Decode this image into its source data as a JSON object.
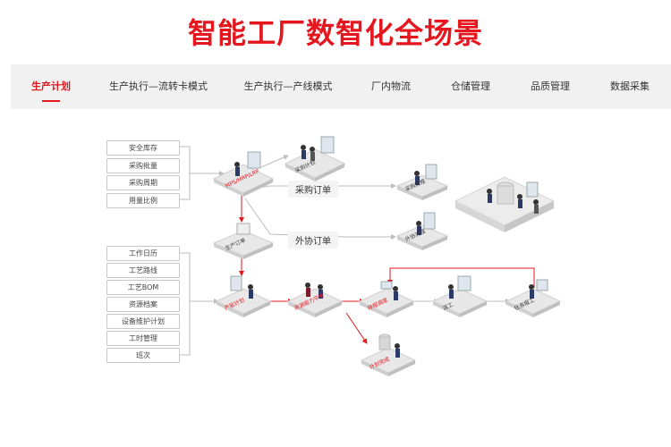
{
  "title": "智能工厂数智化全场景",
  "tabs": [
    {
      "label": "生产计划",
      "active": true
    },
    {
      "label": "生产执行—流转卡模式",
      "active": false
    },
    {
      "label": "生产执行—产线模式",
      "active": false
    },
    {
      "label": "厂内物流",
      "active": false
    },
    {
      "label": "仓储管理",
      "active": false
    },
    {
      "label": "品质管理",
      "active": false
    },
    {
      "label": "数据采集",
      "active": false
    }
  ],
  "left_group_top": [
    "安全库存",
    "采购批量",
    "采购周期",
    "用量比例"
  ],
  "left_group_bottom": [
    "工作日历",
    "工艺路线",
    "工艺BOM",
    "资源档案",
    "设备维护计划",
    "工时管理",
    "班次"
  ],
  "nodes": {
    "mps_mrp": "MPS/MRP/LRP",
    "purchase_plan": "采购计划",
    "production_order": "生产订单",
    "purchase_process": "采购流程",
    "outsource_process": "外协流程",
    "production_plan": "产能计划",
    "capacity_balance": "资源能力平衡",
    "schedule": "排程调度",
    "dispatch": "派工",
    "task_report": "任务报工",
    "finish_report": "计划完成",
    "purchase_order": "采购订单",
    "outsource_order": "外协订单"
  },
  "colors": {
    "accent": "#e4161e",
    "tab_bg": "#f1f1f1",
    "line": "#bdbdbd"
  }
}
